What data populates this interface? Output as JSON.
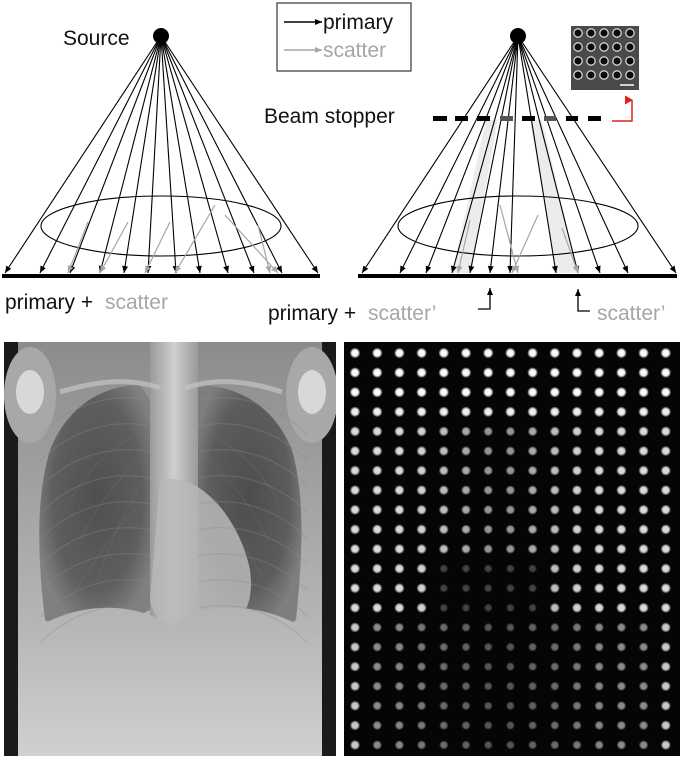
{
  "legend": {
    "primary_label": "primary",
    "scatter_label": "scatter",
    "primary_color": "#000000",
    "scatter_color": "#a6a6a6"
  },
  "left_diagram": {
    "source_label": "Source",
    "bottom_label": {
      "primary_part": "primary +",
      "scatter_part": "scatter"
    }
  },
  "right_diagram": {
    "stopper_label": "Beam stopper",
    "bottom_label": {
      "primary_part": "primary +",
      "scatter_part": "scatter’"
    },
    "scatter_only_label": "scatter’",
    "inset_pointer_color": "#e0201a"
  },
  "images": {
    "left": "chest-radiograph",
    "right": "beam-stopper-array-projection"
  },
  "colors": {
    "text": "#111111",
    "scatter_text": "#a6a6a6",
    "shadow_region": "#ececec",
    "stopper_segment": "#555555"
  }
}
